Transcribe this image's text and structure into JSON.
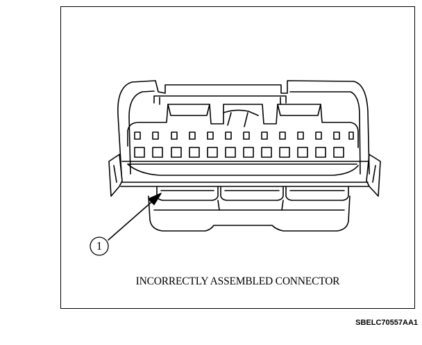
{
  "diagram": {
    "caption": "INCORRECTLY ASSEMBLED CONNECTOR",
    "reference_code": "SBELC70557AA1",
    "callouts": [
      {
        "number": "1"
      }
    ]
  },
  "colors": {
    "line": "#000000",
    "background": "#ffffff"
  }
}
